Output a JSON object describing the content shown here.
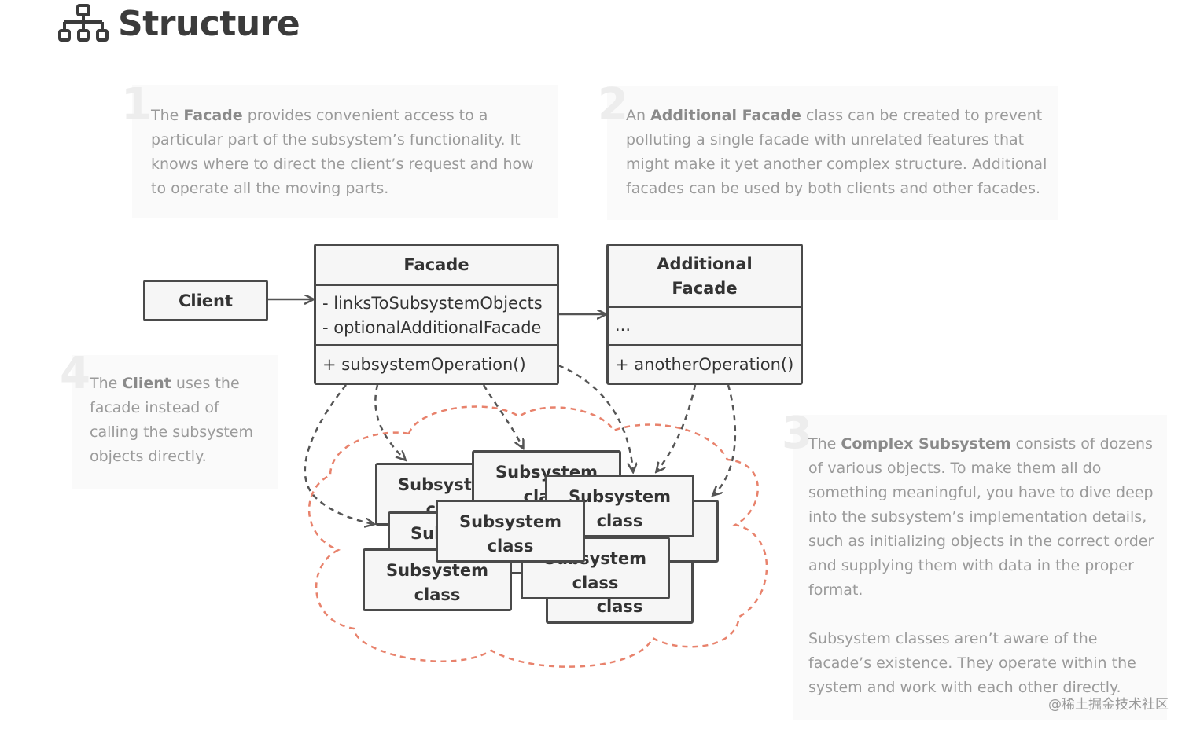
{
  "heading": {
    "title": "Structure",
    "icon": "hierarchy-icon"
  },
  "notes": [
    {
      "num": "1",
      "html": "The <b>Facade</b> provides convenient access to a particular part of the subsystem’s functionality. It knows where to direct the client’s request and how to operate all the moving parts."
    },
    {
      "num": "2",
      "html": "An <b>Additional Facade</b> class can be created to prevent polluting a single facade with unrelated features that might make it yet another complex structure. Additional facades can be used by both clients and other facades."
    },
    {
      "num": "3",
      "html": "The <b>Complex Subsystem</b> consists of dozens of various objects. To make them all do something meaningful, you have to dive deep into the subsystem’s implementation details, such as initializing objects in the correct order and supplying them with data in the proper format.<br><br>Subsystem classes aren’t aware of the facade’s existence. They operate within the system and work with each other directly."
    },
    {
      "num": "4",
      "html": "The <b>Client</b> uses the facade instead of calling the subsystem objects directly."
    }
  ],
  "client": {
    "label": "Client"
  },
  "facade": {
    "name": "Facade",
    "fields": [
      "- linksToSubsystemObjects",
      "- optionalAdditionalFacade"
    ],
    "methods": [
      "+ subsystemOperation()"
    ]
  },
  "additional_facade": {
    "name_line1": "Additional",
    "name_line2": "Facade",
    "fields": [
      "..."
    ],
    "methods": [
      "+ anotherOperation()"
    ]
  },
  "subsystem": {
    "label_line1": "Subsystem",
    "label_line2": "class",
    "cloud_color": "#e8826c"
  },
  "colors": {
    "border": "#4a4a4a",
    "fill": "#f6f6f6",
    "arrow": "#555555"
  },
  "watermark": "@稀土掘金技术社区"
}
